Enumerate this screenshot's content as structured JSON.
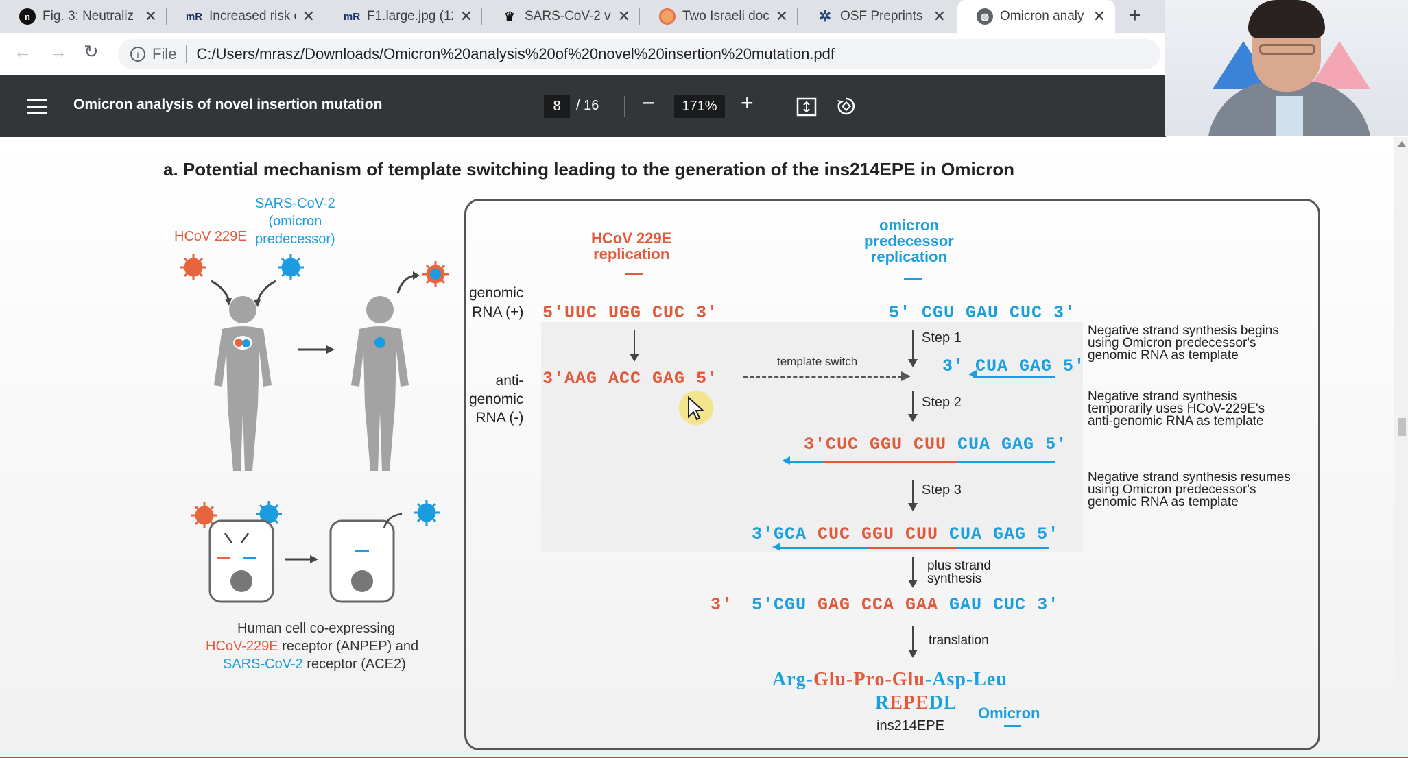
{
  "tabs": [
    {
      "label": "Fig. 3: Neutraliz",
      "favicon": "n"
    },
    {
      "label": "Increased risk o",
      "favicon": "mR"
    },
    {
      "label": "F1.large.jpg (12",
      "favicon": "mR"
    },
    {
      "label": "SARS-CoV-2 va",
      "favicon": "crown-icon"
    },
    {
      "label": "Two Israeli doc",
      "favicon": "orange-circle-icon"
    },
    {
      "label": "OSF Preprints |",
      "favicon": "osf-icon"
    },
    {
      "label": "Omicron analy",
      "favicon": "globe-icon",
      "active": true
    }
  ],
  "address": {
    "scheme_label": "File",
    "url": "C:/Users/mrasz/Downloads/Omicron%20analysis%20of%20novel%20insertion%20mutation.pdf"
  },
  "pdf": {
    "title": "Omicron analysis of novel insertion mutation",
    "page": "8",
    "total": "/ 16",
    "zoom": "171%"
  },
  "figure": {
    "heading": "a. Potential mechanism of template switching leading to the generation of the ins214EPE in Omicron",
    "left": {
      "sars_label": "SARS-CoV-2\n(omicron\npredecessor)",
      "hcov_label": "HCoV 229E",
      "caption_line1": "Human cell co-expressing",
      "caption_hcov": "HCoV-229E",
      "caption_line2_rest": " receptor (ANPEP) and",
      "caption_sars": "SARS-CoV-2",
      "caption_line3_rest": " receptor (ACE2)"
    },
    "hcov_rep": "HCoV 229E\nreplication",
    "omi_rep": "omicron\npredecessor\nreplication",
    "genomic_label": "genomic\nRNA (+)",
    "antigenomic_label": "anti-\ngenomic\nRNA (-)",
    "hcov_plus": "5′UUC UGG CUC 3′",
    "hcov_minus": "3′AAG ACC GAG 5′",
    "omi_plus": "5′ CGU GAU CUC 3′",
    "step1": "Step 1",
    "step1_seq": "3′ CUA GAG 5′",
    "template_switch": "template switch",
    "step2": "Step 2",
    "step2_seq_a": "3′CUC GGU CUU ",
    "step2_seq_b": "CUA GAG 5′",
    "step3": "Step 3",
    "step3_seq_a": "3′GCA ",
    "step3_seq_b": "CUC GGU CUU ",
    "step3_seq_c": "CUA GAG 5′",
    "plus_strand": "plus strand\nsynthesis",
    "final_3": "3′",
    "final_a": "5′CGU ",
    "final_b": "GAG CCA GAA ",
    "final_c": "GAU CUC 3′",
    "translation": "translation",
    "protein_a": "Arg-",
    "protein_b": "Glu-Pro-Glu",
    "protein_c": "-Asp-Leu",
    "repedl_a": "R",
    "repedl_b": "EPE",
    "repedl_c": "DL",
    "ins_label": "ins214EPE",
    "omicron_label": "Omicron",
    "note1": "Negative strand synthesis begins\nusing Omicron predecessor's\ngenomic RNA as template",
    "note2": "Negative strand synthesis\ntemporarily uses HCoV-229E's\nanti-genomic RNA as template",
    "note3": "Negative strand synthesis resumes\nusing Omicron predecessor's\ngenomic RNA as template"
  },
  "colors": {
    "red": "#e15a3c",
    "blue": "#1a9fdf"
  }
}
